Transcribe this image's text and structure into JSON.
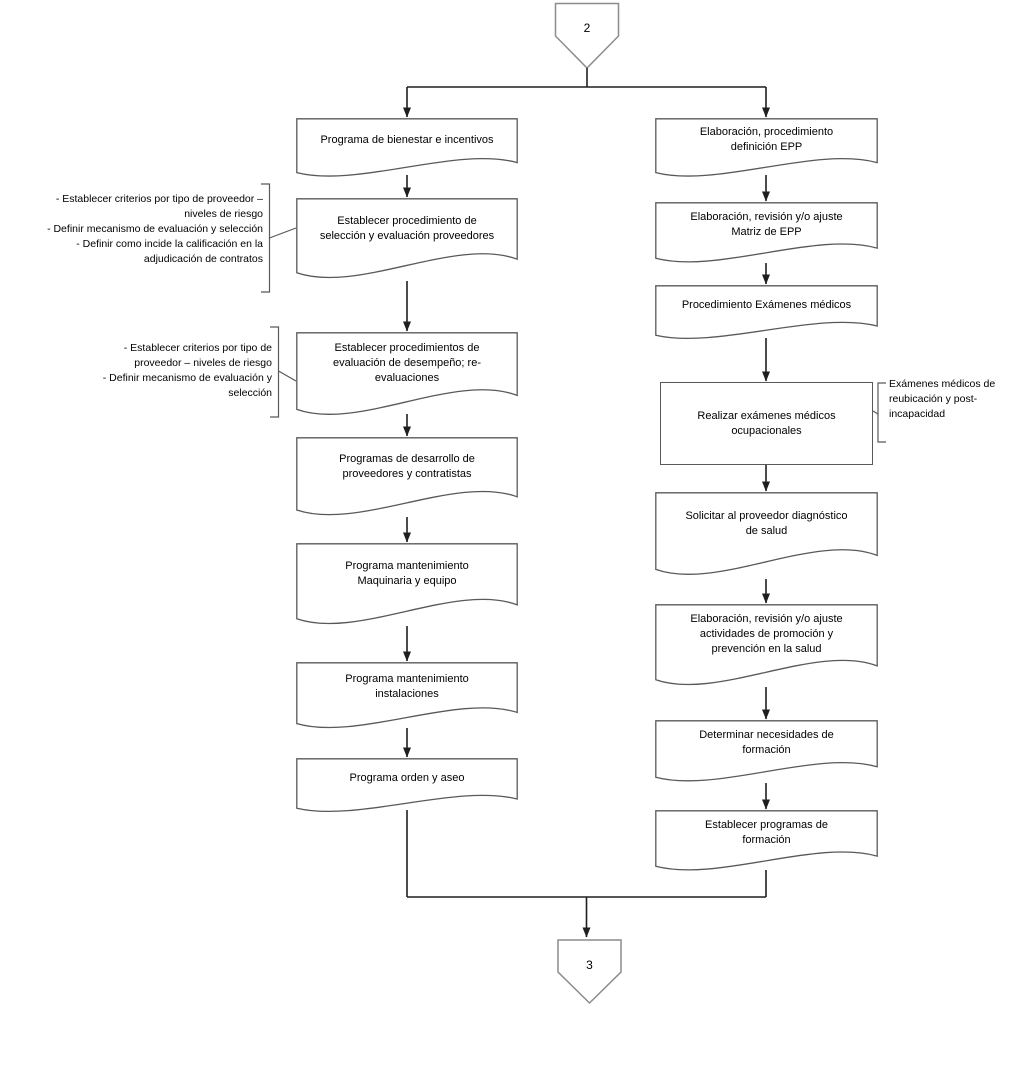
{
  "colors": {
    "background": "#ffffff",
    "text": "#000000",
    "connector": "#1f1f1f",
    "shape_border": "#595959",
    "bracket": "#595959",
    "offpage_border": "#8c8c8c"
  },
  "off_page_connectors": {
    "top": {
      "label": "2"
    },
    "bottom": {
      "label": "3"
    }
  },
  "columns": {
    "left": {
      "nodes": [
        {
          "shape": "document",
          "label": "Programa de bienestar e incentivos"
        },
        {
          "shape": "document",
          "label": "Establecer procedimiento de\nselección y evaluación proveedores"
        },
        {
          "shape": "document",
          "label": "Establecer procedimientos de\nevaluación de desempeño; re-\nevaluaciones"
        },
        {
          "shape": "document",
          "label": "Programas de desarrollo de\nproveedores y contratistas"
        },
        {
          "shape": "document",
          "label": "Programa mantenimiento\nMaquinaria y equipo"
        },
        {
          "shape": "document",
          "label": "Programa mantenimiento\ninstalaciones"
        },
        {
          "shape": "document",
          "label": "Programa orden y aseo"
        }
      ]
    },
    "right": {
      "nodes": [
        {
          "shape": "document",
          "label": "Elaboración, procedimiento\ndefinición EPP"
        },
        {
          "shape": "document",
          "label": "Elaboración, revisión y/o ajuste\nMatriz de EPP"
        },
        {
          "shape": "document",
          "label": "Procedimiento Exámenes médicos"
        },
        {
          "shape": "process",
          "label": "Realizar exámenes médicos\nocupacionales"
        },
        {
          "shape": "document",
          "label": "Solicitar al proveedor diagnóstico\nde salud"
        },
        {
          "shape": "document",
          "label": "Elaboración, revisión y/o ajuste\nactividades de promoción y\nprevención en la salud"
        },
        {
          "shape": "document",
          "label": "Determinar necesidades de\nformación"
        },
        {
          "shape": "document",
          "label": "Establecer programas de\nformación"
        }
      ]
    }
  },
  "annotations": {
    "left_upper": {
      "text": "- Establecer criterios por tipo de proveedor –\nniveles de riesgo\n- Definir mecanismo de evaluación y selección\n- Definir como incide la calificación en la\nadjudicación de contratos"
    },
    "left_lower": {
      "text": "- Establecer criterios por tipo de\nproveedor – niveles de riesgo\n- Definir mecanismo de evaluación y\nselección"
    },
    "right": {
      "text": "Exámenes médicos de\nreubicación y post-\nincapacidad"
    }
  }
}
